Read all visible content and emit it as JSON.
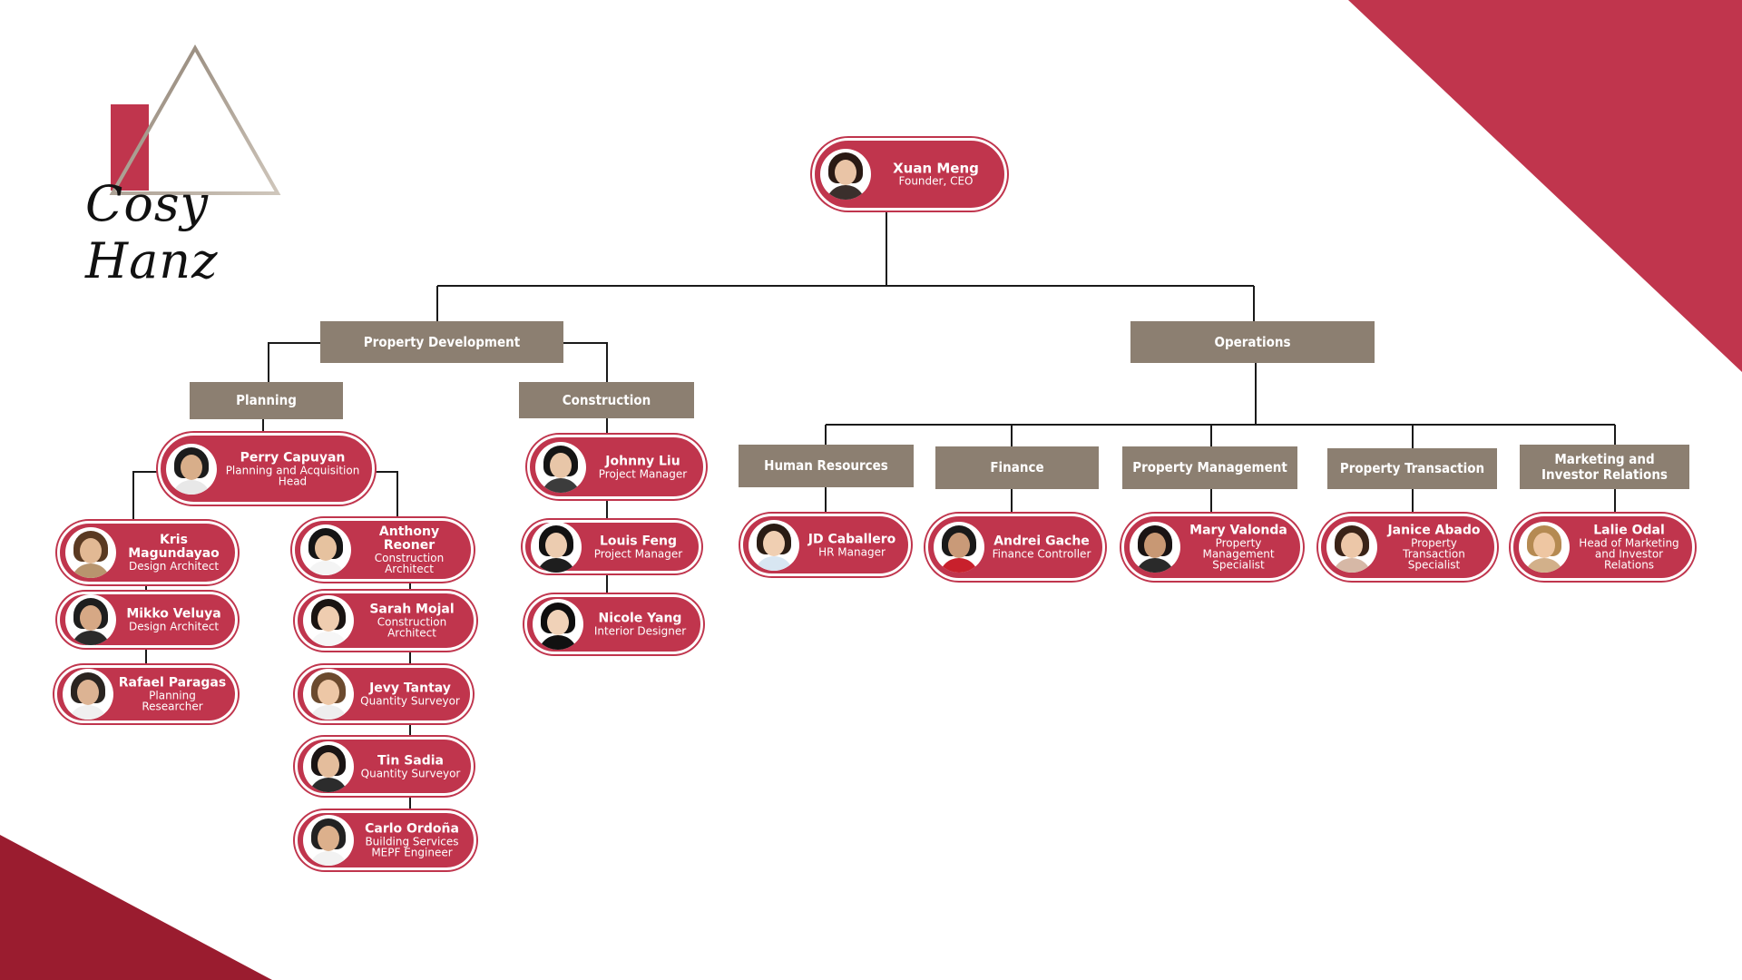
{
  "brand": {
    "name": "Cosy Hanz",
    "red": "#c0354d",
    "taupe": "#8c7f71",
    "dark_red": "#9a1c2f"
  },
  "ceo": {
    "name": "Xuan Meng",
    "role": "Founder, CEO"
  },
  "departments": {
    "property_development": "Property Development",
    "operations": "Operations",
    "planning": "Planning",
    "construction": "Construction",
    "human_resources": "Human Resources",
    "finance": "Finance",
    "property_management": "Property Management",
    "property_transaction": "Property Transaction",
    "marketing": "Marketing and Investor Relations"
  },
  "people": {
    "perry": {
      "name": "Perry Capuyan",
      "role": "Planning and Acquisition Head"
    },
    "kris": {
      "name": "Kris Magundayao",
      "role": "Design Architect"
    },
    "mikko": {
      "name": "Mikko Veluya",
      "role": "Design Architect"
    },
    "rafael": {
      "name": "Rafael Paragas",
      "role": "Planning Researcher"
    },
    "anthony": {
      "name": "Anthony Reoner",
      "role": "Construction Architect"
    },
    "sarah": {
      "name": "Sarah Mojal",
      "role": "Construction Architect"
    },
    "jevy": {
      "name": "Jevy Tantay",
      "role": "Quantity Surveyor"
    },
    "tin": {
      "name": "Tin Sadia",
      "role": "Quantity Surveyor"
    },
    "carlo": {
      "name": "Carlo Ordoña",
      "role": "Building Services MEPF Engineer"
    },
    "johnny": {
      "name": "Johnny Liu",
      "role": "Project Manager"
    },
    "louis": {
      "name": "Louis Feng",
      "role": "Project Manager"
    },
    "nicole": {
      "name": "Nicole Yang",
      "role": "Interior Designer"
    },
    "jd": {
      "name": "JD Caballero",
      "role": "HR Manager"
    },
    "andrei": {
      "name": "Andrei Gache",
      "role": "Finance Controller"
    },
    "mary": {
      "name": "Mary Valonda",
      "role": "Property Management Specialist"
    },
    "janice": {
      "name": "Janice Abado",
      "role": "Property Transaction Specialist"
    },
    "lalie": {
      "name": "Lalie Odal",
      "role": "Head of Marketing and Investor Relations"
    }
  }
}
